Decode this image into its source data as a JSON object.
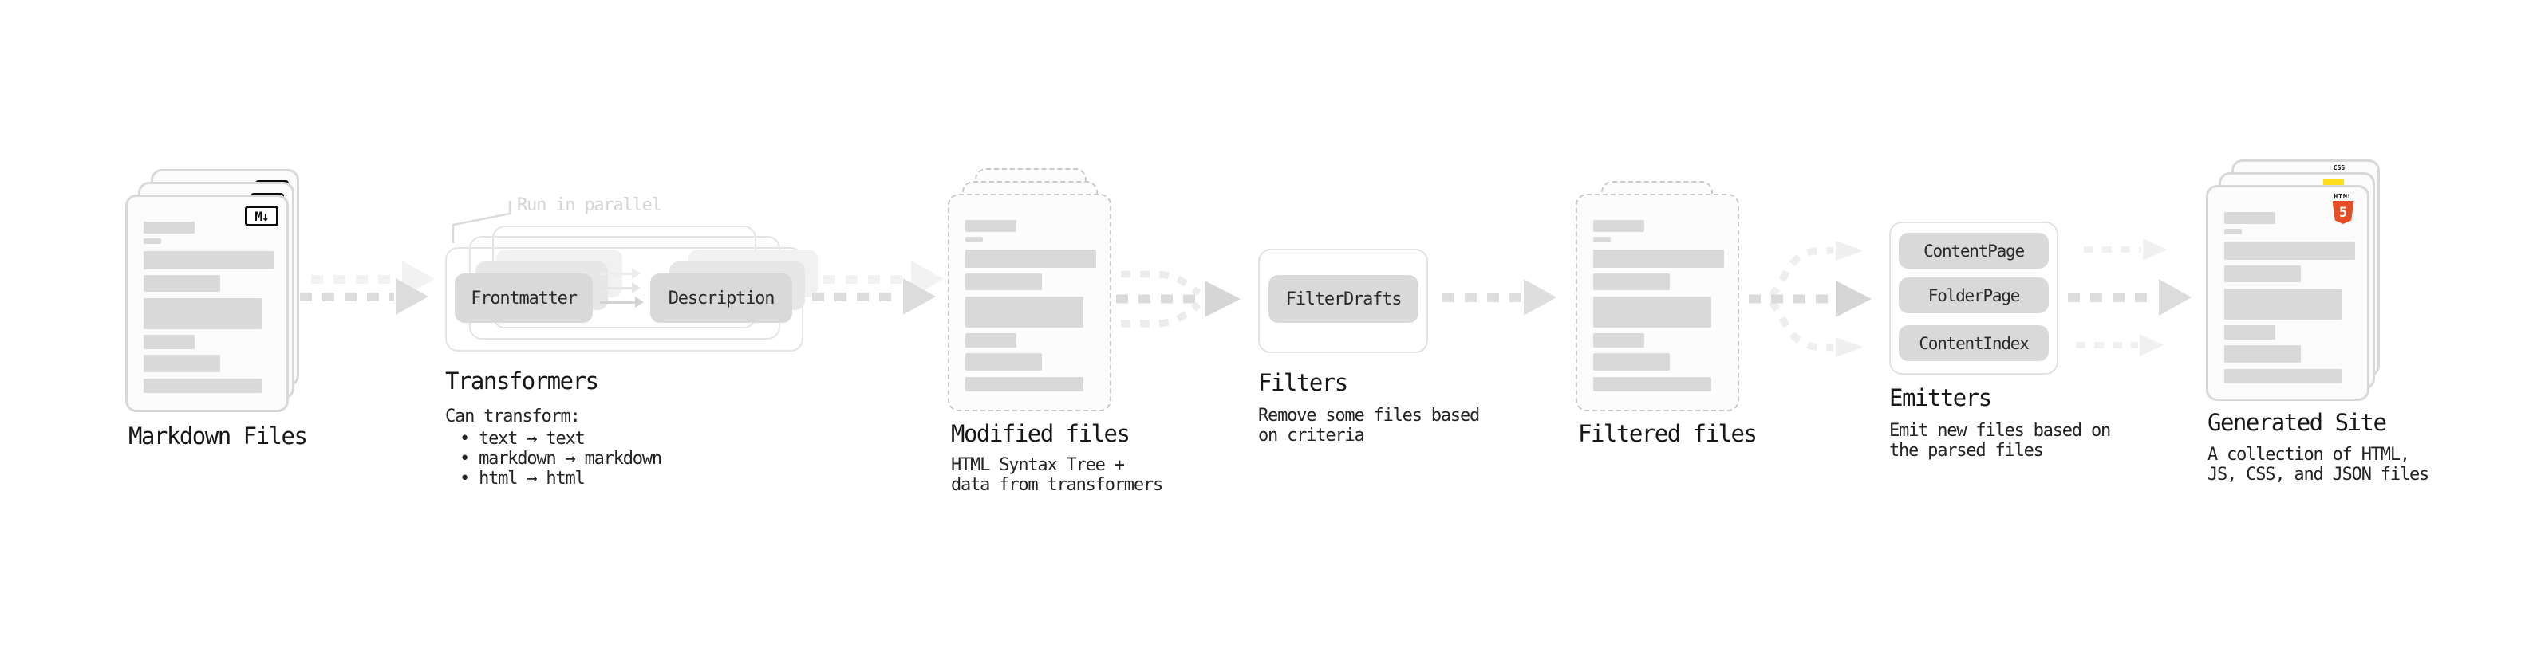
{
  "stages": {
    "markdown_files": {
      "label": "Markdown Files"
    },
    "transformers": {
      "label": "Transformers",
      "annotation": "Run in parallel",
      "input_button": "Frontmatter",
      "output_button": "Description",
      "heading": "Can transform:",
      "bullets": [
        "• text → text",
        "• markdown → markdown",
        "• html → html"
      ]
    },
    "modified_files": {
      "label": "Modified files",
      "desc": [
        "HTML Syntax Tree +",
        "data from transformers"
      ]
    },
    "filters": {
      "label": "Filters",
      "button": "FilterDrafts",
      "desc": [
        "Remove some files based",
        "on criteria"
      ]
    },
    "filtered_files": {
      "label": "Filtered files"
    },
    "emitters": {
      "label": "Emitters",
      "buttons": [
        "ContentPage",
        "FolderPage",
        "ContentIndex"
      ],
      "desc": [
        "Emit new files based on",
        "the parsed files"
      ]
    },
    "generated_site": {
      "label": "Generated Site",
      "desc": [
        "A collection of HTML,",
        "JS, CSS, and JSON files"
      ]
    }
  },
  "icons": {
    "markdown_badge": "M↓",
    "html5_word": "HTML",
    "html5_number": "5",
    "css_word": "CSS"
  },
  "colors": {
    "html5_orange": "#e44d26",
    "js_yellow": "#ffdf1b",
    "css_blue": "#2f6de1",
    "placeholder_gray": "#d9d9d9"
  }
}
